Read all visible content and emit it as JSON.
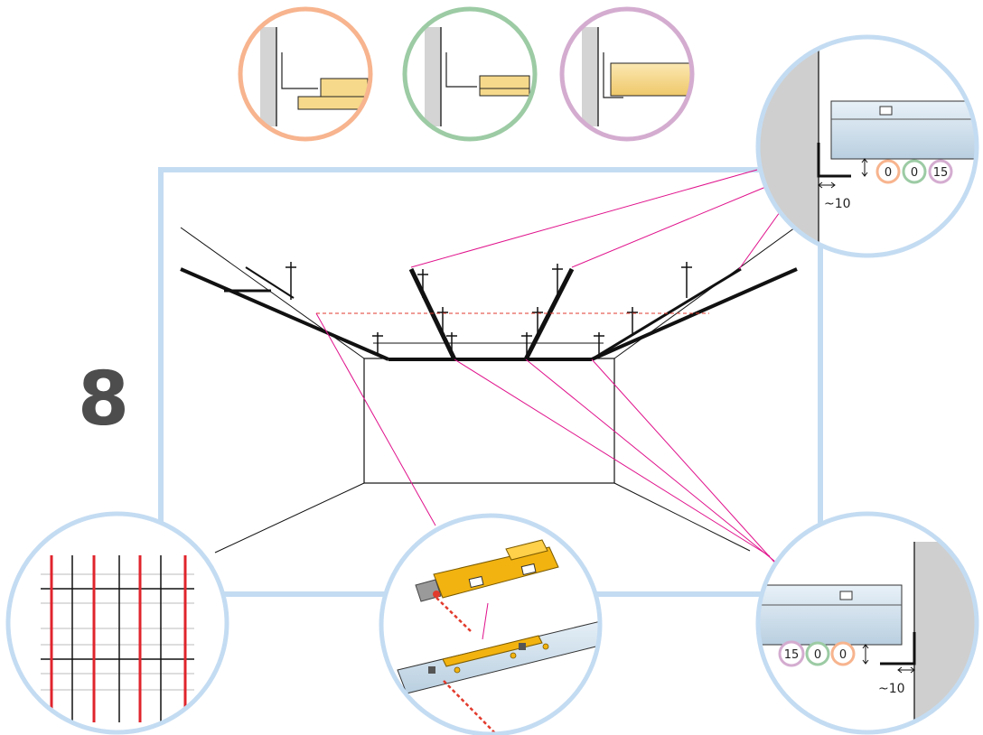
{
  "step": {
    "number": "8"
  },
  "colors": {
    "frame_blue": "#c4dcf2",
    "leader_magenta": "#e0128c",
    "orange": "#f7b48e",
    "green": "#9ccba4",
    "purple": "#d4acd0",
    "wall_gray": "#cfcfcf",
    "panel_yellow": "#f6d98b",
    "laser_yellow": "#f2b310",
    "laser_red": "#e23a2c",
    "grid_red": "#e0242c"
  },
  "detail_top": {
    "badges": [
      {
        "value": "0",
        "color": "orange"
      },
      {
        "value": "0",
        "color": "green"
      },
      {
        "value": "15",
        "color": "purple"
      }
    ],
    "gap_label": "~10"
  },
  "detail_bottom": {
    "badges": [
      {
        "value": "15",
        "color": "purple"
      },
      {
        "value": "0",
        "color": "green"
      },
      {
        "value": "0",
        "color": "orange"
      }
    ],
    "gap_label": "~10"
  },
  "icons": [
    "wall-edge-orange-icon",
    "wall-edge-green-icon",
    "wall-edge-purple-icon",
    "laser-level-icon",
    "ceiling-grid-icon"
  ]
}
